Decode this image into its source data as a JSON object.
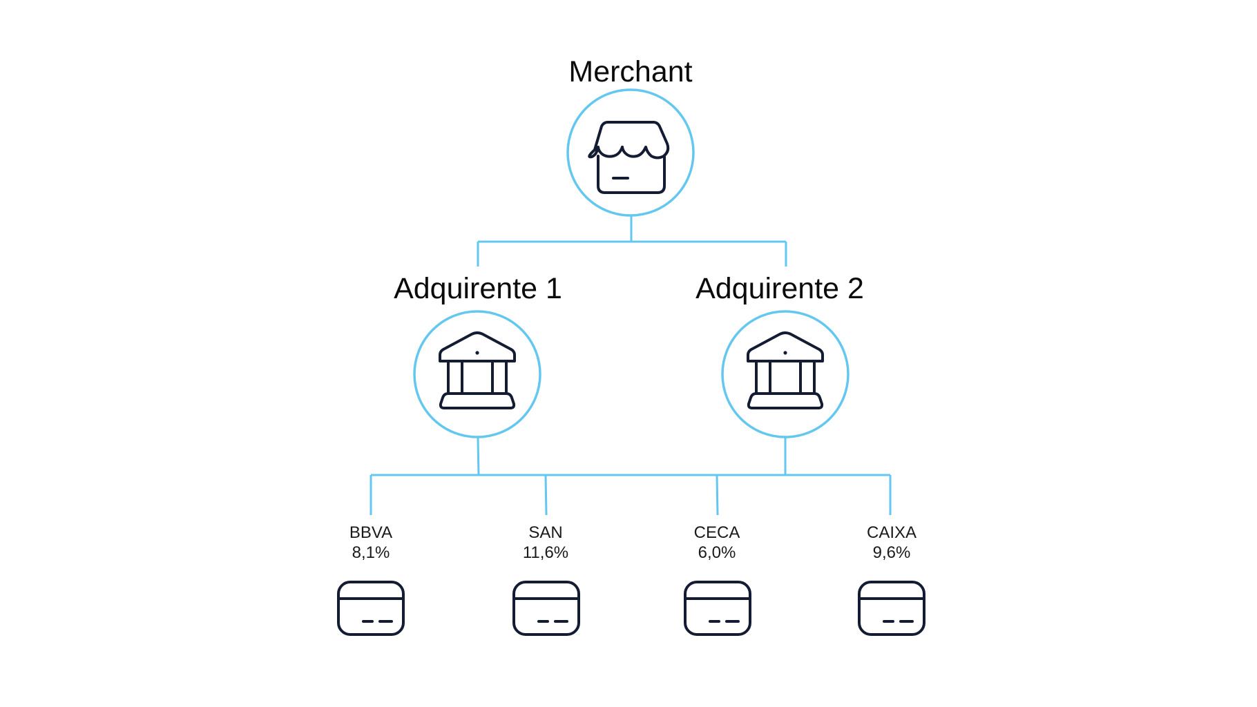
{
  "diagram": {
    "root": {
      "label": "Merchant",
      "icon": "storefront-icon"
    },
    "acquirers": [
      {
        "label": "Adquirente 1",
        "icon": "bank-icon"
      },
      {
        "label": "Adquirente 2",
        "icon": "bank-icon"
      }
    ],
    "issuers": [
      {
        "name": "BBVA",
        "share": "8,1%",
        "icon": "credit-card-icon"
      },
      {
        "name": "SAN",
        "share": "11,6%",
        "icon": "credit-card-icon"
      },
      {
        "name": "CECA",
        "share": "6,0%",
        "icon": "credit-card-icon"
      },
      {
        "name": "CAIXA",
        "share": "9,6%",
        "icon": "credit-card-icon"
      }
    ],
    "colors": {
      "connector": "#63c7ef",
      "icon": "#141c33",
      "text": "#0b0b0b"
    }
  }
}
